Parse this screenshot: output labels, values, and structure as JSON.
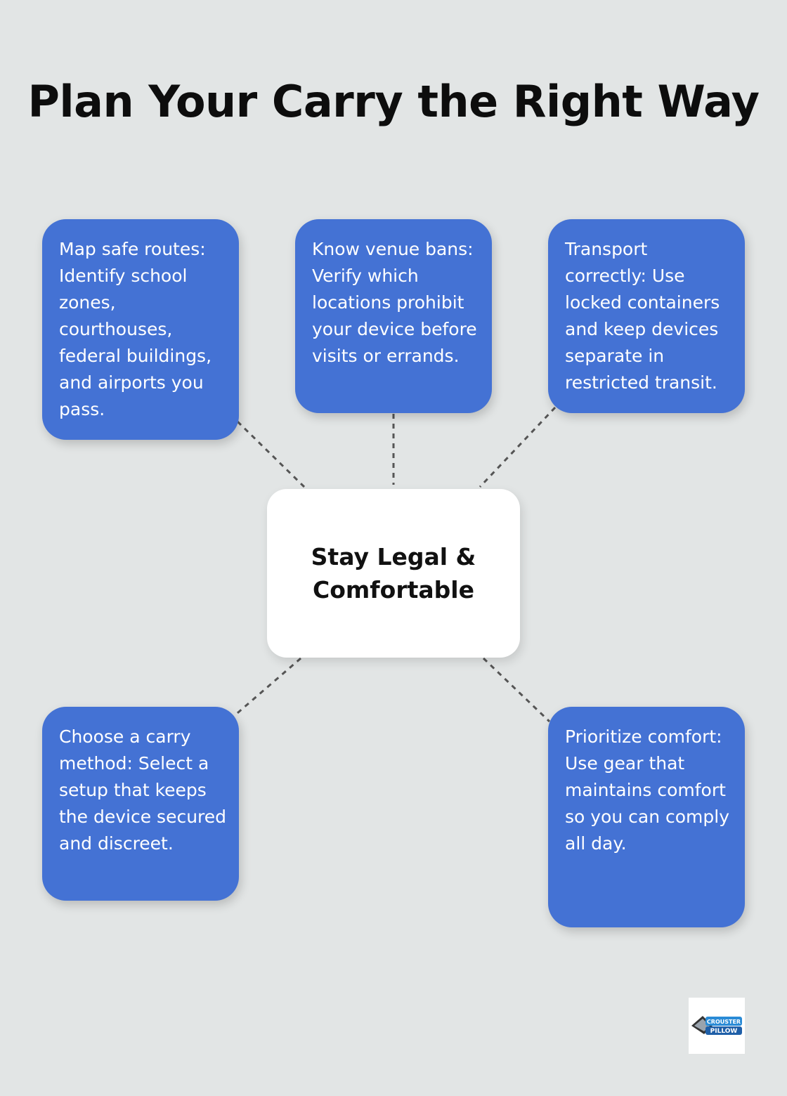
{
  "title": "Plan Your Carry the Right Way",
  "center": {
    "label": "Stay Legal & Comfortable"
  },
  "cards": [
    {
      "text": "Map safe routes: Identify school zones, courthouses, federal buildings, and airports you pass."
    },
    {
      "text": "Know venue bans: Verify which locations prohibit your device before visits or errands."
    },
    {
      "text": "Transport correctly: Use locked containers and keep devices separate in restricted transit."
    },
    {
      "text": "Choose a carry method: Select a setup that keeps the device secured and discreet."
    },
    {
      "text": "Prioritize comfort: Use gear that maintains comfort so you can comply all day."
    }
  ],
  "logo": {
    "text": "CROUSTER PILLOW"
  },
  "colors": {
    "background": "#e2e5e5",
    "card": "#4472d4",
    "center": "#ffffff",
    "connector": "#555555"
  }
}
